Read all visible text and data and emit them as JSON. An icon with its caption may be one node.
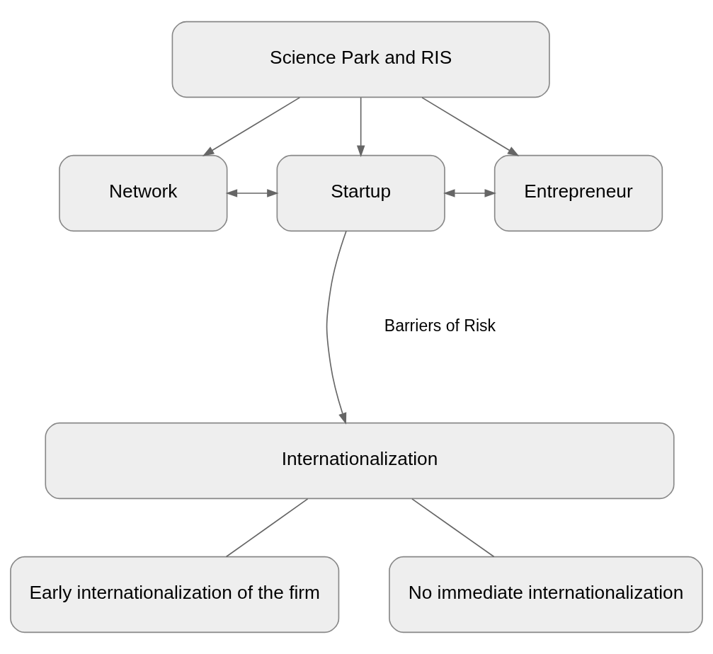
{
  "diagram": {
    "nodes": [
      {
        "text": [
          "Science Park and RIS"
        ]
      },
      {
        "text": [
          "Network"
        ]
      },
      {
        "text": [
          "Startup"
        ]
      },
      {
        "text": [
          "Entrepreneur"
        ]
      },
      {
        "text": [
          "Internationalization"
        ]
      },
      {
        "text": [
          "Early internationalization of the firm"
        ]
      },
      {
        "text": [
          "No immediate internationalization"
        ]
      }
    ],
    "edges": [
      {
        "from": 0,
        "to": 1,
        "arrow": "to"
      },
      {
        "from": 0,
        "to": 2,
        "arrow": "to"
      },
      {
        "from": 0,
        "to": 3,
        "arrow": "to"
      },
      {
        "from": 1,
        "to": 2,
        "arrow": "both"
      },
      {
        "from": 2,
        "to": 3,
        "arrow": "both"
      },
      {
        "from": 2,
        "to": 4,
        "arrow": "to"
      },
      {
        "from": 4,
        "to": 5,
        "arrow": "none"
      },
      {
        "from": 4,
        "to": 6,
        "arrow": "none"
      }
    ],
    "labels": [
      "Barriers of Risk"
    ]
  }
}
